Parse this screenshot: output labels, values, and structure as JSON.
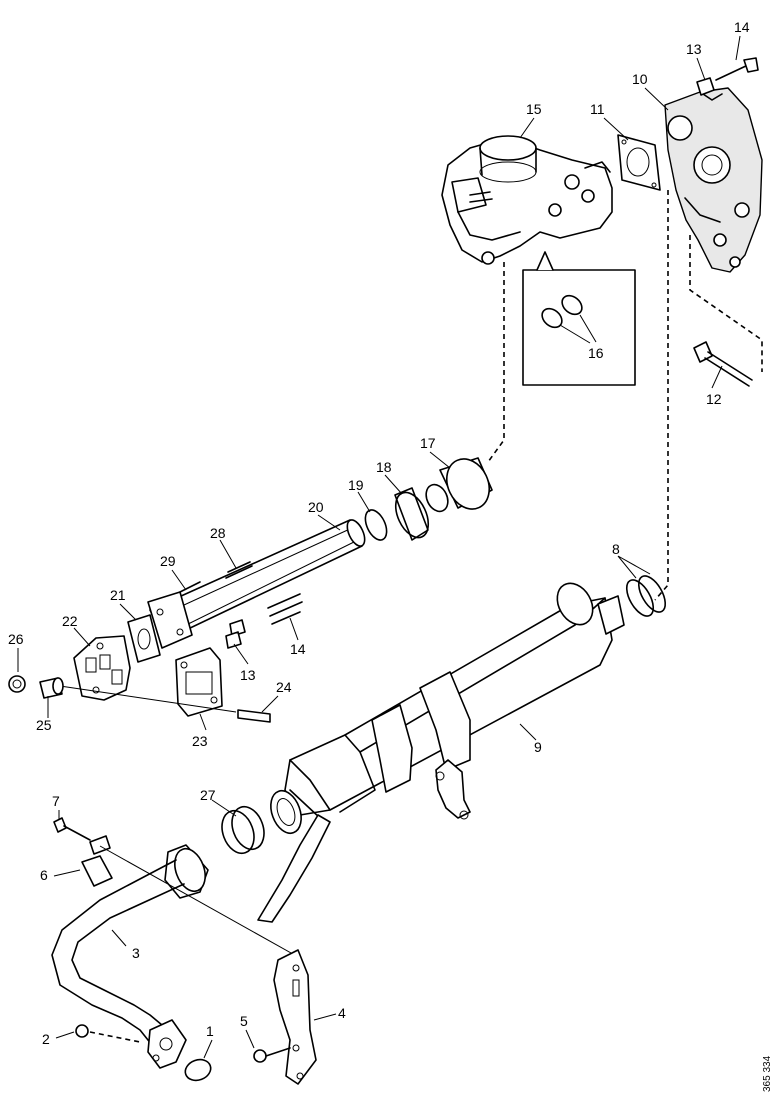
{
  "diagram": {
    "reference_code": "365 334",
    "callouts": {
      "c1": "1",
      "c2": "2",
      "c3": "3",
      "c4": "4",
      "c5": "5",
      "c6": "6",
      "c7": "7",
      "c8": "8",
      "c9": "9",
      "c10": "10",
      "c11": "11",
      "c12": "12",
      "c13a": "13",
      "c13b": "13",
      "c14a": "14",
      "c14b": "14",
      "c15": "15",
      "c16": "16",
      "c17": "17",
      "c18": "18",
      "c19": "19",
      "c20": "20",
      "c21": "21",
      "c22": "22",
      "c23": "23",
      "c24": "24",
      "c25": "25",
      "c26": "26",
      "c27": "27",
      "c28": "28",
      "c29": "29"
    }
  }
}
